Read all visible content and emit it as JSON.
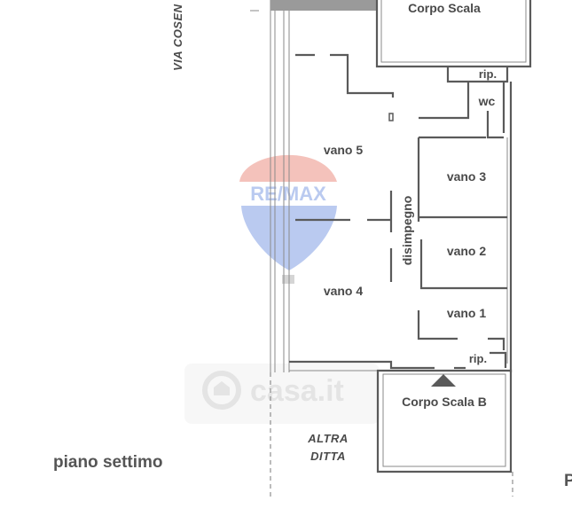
{
  "plan": {
    "floor_label": "piano settimo",
    "street_label": "VIA COSEN",
    "neighbor_label_line1": "ALTRA",
    "neighbor_label_line2": "DITTA",
    "edge_letter": "P",
    "rooms": {
      "corpo_scala_top": "Corpo Scala",
      "rip_top": "rip.",
      "wc": "wc",
      "vano5": "vano 5",
      "vano3": "vano 3",
      "disimpegno": "disimpegno",
      "vano2": "vano 2",
      "vano4": "vano 4",
      "vano1": "vano 1",
      "rip_bottom": "rip.",
      "corpo_scala_b": "Corpo Scala B"
    }
  },
  "watermarks": {
    "remax": "RE/MAX",
    "casa": "casa.it"
  },
  "colors": {
    "wall": "#5a5a5a",
    "text": "#4a4a4a",
    "remax_red": "#e0533f",
    "remax_blue": "#3d6ad6",
    "watermark_gray": "#cfcfcf"
  }
}
